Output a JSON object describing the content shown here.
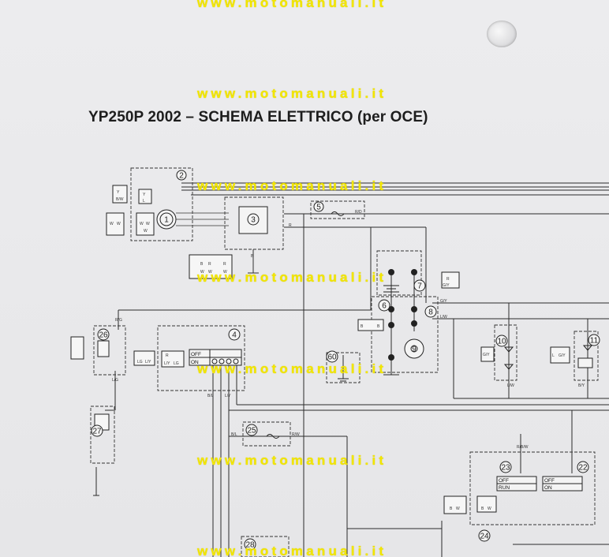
{
  "title": "YP250P 2002 – SCHEMA ELETTRICO (per OCE)",
  "watermark": "www.motomanuali.it",
  "watermark_color": "#f2e600",
  "components": {
    "c2": "2",
    "c3": "3",
    "c4": "4",
    "c5": "5",
    "c6": "6",
    "c7": "7",
    "c8": "8",
    "c9": "9",
    "c10": "10",
    "c11": "11",
    "c23": "23",
    "c24": "24",
    "c25": "25",
    "c26": "26",
    "c27": "27",
    "c28": "28",
    "c22": "22",
    "c1": "1",
    "c60": "60"
  },
  "switch_4": {
    "off": "OFF",
    "on": "ON"
  },
  "switch_23": {
    "off": "OFF",
    "run": "RUN"
  },
  "switch_22": {
    "off": "OFF",
    "on": "ON"
  },
  "wire_labels": {
    "r_g": "R/G",
    "r": "R",
    "r_d": "R/D",
    "g_y": "G/Y",
    "l_w": "L/W",
    "r_w": "R/W",
    "b_l": "B/L",
    "l_y": "L/Y",
    "l_g": "L/G",
    "y": "Y",
    "w": "W",
    "b": "B",
    "g": "G",
    "l": "L",
    "b_y": "B/Y",
    "r_b_w": "R/B/W"
  },
  "connector_letters": {
    "y": "Y",
    "g": "G",
    "b_w": "B/W",
    "l": "L",
    "w": "W",
    "r": "R",
    "b": "B",
    "lg": "LG",
    "ly": "L/Y",
    "bl": "B/L",
    "gy": "G/Y"
  }
}
